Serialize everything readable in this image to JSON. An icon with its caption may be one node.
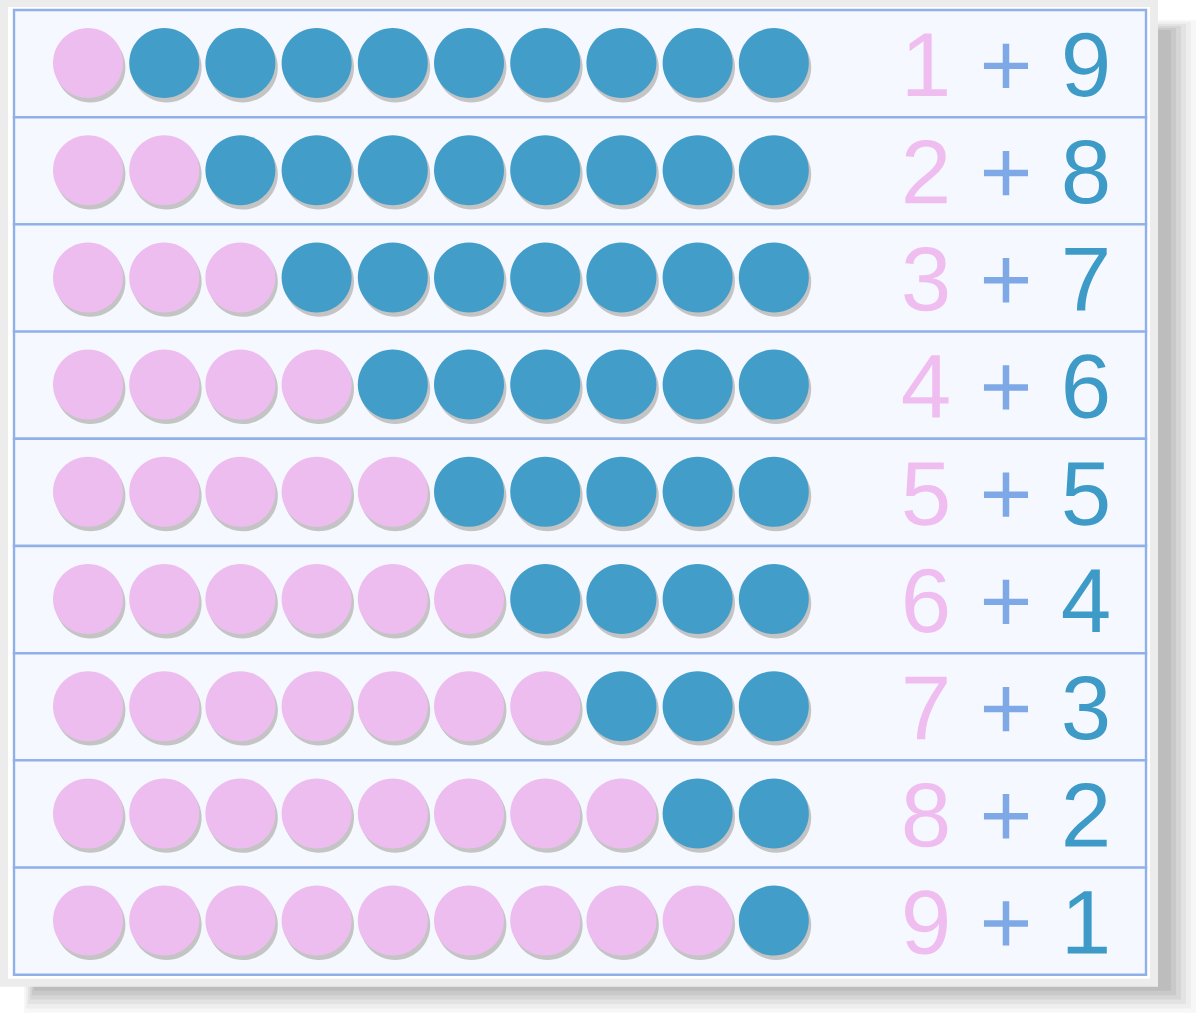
{
  "diagram": {
    "labels": [
      "1",
      "+",
      "9",
      "2",
      "+",
      "8",
      "3",
      "+",
      "7",
      "4",
      "+",
      "6",
      "5",
      "+",
      "5",
      "6",
      "+",
      "4",
      "7",
      "+",
      "3",
      "8",
      "+",
      "2",
      "9",
      "+",
      "1"
    ]
  }
}
